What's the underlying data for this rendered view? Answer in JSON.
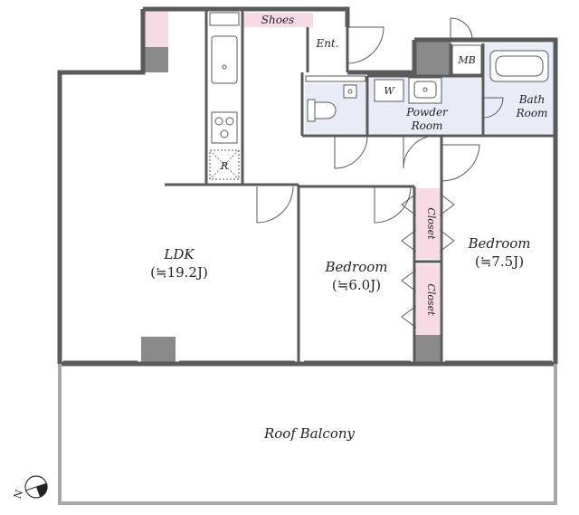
{
  "rooms": {
    "ldk": {
      "name": "LDK",
      "area": "(≒19.2J)"
    },
    "bedroom_center": {
      "name": "Bedroom",
      "area": "(≒6.0J)"
    },
    "bedroom_right": {
      "name": "Bedroom",
      "area": "(≒7.5J)"
    },
    "powder_room": {
      "line1": "Powder",
      "line2": "Room"
    },
    "bath_room": {
      "line1": "Bath",
      "line2": "Room"
    },
    "entrance": {
      "name": "Ent."
    },
    "roof_balcony": {
      "name": "Roof Balcony"
    }
  },
  "labels": {
    "shoes": "Shoes",
    "mb": "MB",
    "washer": "W",
    "refrigerator": "R",
    "closet_upper": "Closet",
    "closet_lower": "Closet",
    "compass": "N"
  },
  "colors": {
    "wall": "#5a5a5a",
    "wall_light": "#a8a8a8",
    "closet_fill": "#f6dbe6",
    "wet_fill": "#e8ecf7",
    "column_fill": "#8a8a8a"
  }
}
